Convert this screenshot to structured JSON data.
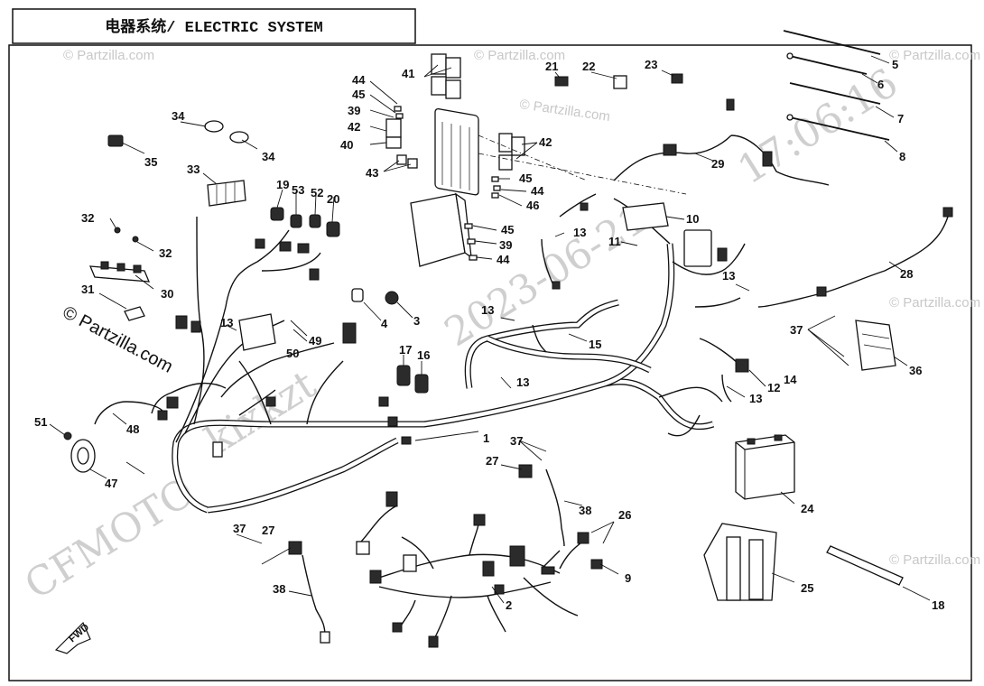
{
  "title": "电器系统/ ELECTRIC SYSTEM",
  "watermarks": {
    "brand": "CFMOTO",
    "code": "kixkzt",
    "date_long": "2023-06-21",
    "date_short": "17:06:16",
    "site": "© Partzilla.com",
    "site_big": "© Partzilla.com"
  },
  "direction_label": "FWD",
  "callouts": {
    "c1": "1",
    "c2": "2",
    "c3": "3",
    "c4": "4",
    "c5": "5",
    "c6": "6",
    "c7": "7",
    "c8": "8",
    "c9": "9",
    "c10": "10",
    "c11": "11",
    "c12": "12",
    "c13a": "13",
    "c13b": "13",
    "c13c": "13",
    "c13d": "13",
    "c13e": "13",
    "c13f": "13",
    "c14": "14",
    "c15": "15",
    "c16": "16",
    "c17": "17",
    "c18": "18",
    "c19": "19",
    "c20": "20",
    "c21": "21",
    "c22": "22",
    "c23": "23",
    "c24": "24",
    "c25": "25",
    "c26": "26",
    "c27a": "27",
    "c27b": "27",
    "c28": "28",
    "c29": "29",
    "c30": "30",
    "c31": "31",
    "c32a": "32",
    "c32b": "32",
    "c33": "33",
    "c34a": "34",
    "c34b": "34",
    "c35": "35",
    "c36": "36",
    "c37a": "37",
    "c37b": "37",
    "c37c": "37",
    "c38a": "38",
    "c38b": "38",
    "c39a": "39",
    "c39b": "39",
    "c40": "40",
    "c41": "41",
    "c42a": "42",
    "c42b": "42",
    "c43": "43",
    "c44a": "44",
    "c44b": "44",
    "c44c": "44",
    "c45a": "45",
    "c45b": "45",
    "c45c": "45",
    "c46": "46",
    "c47": "47",
    "c48": "48",
    "c49": "49",
    "c50": "50",
    "c51": "51",
    "c52": "52",
    "c53": "53"
  },
  "colors": {
    "line": "#111111",
    "watermark": "#cfcfcf",
    "background": "#ffffff"
  }
}
